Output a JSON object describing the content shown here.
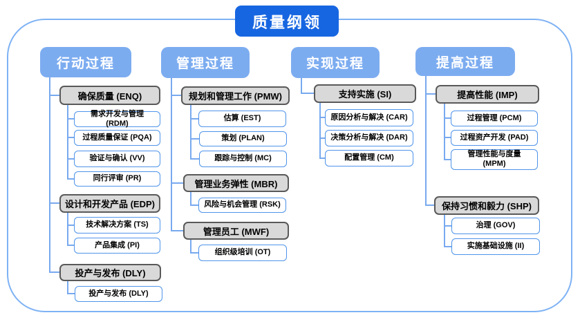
{
  "title": "质量纲领",
  "colors": {
    "title_fill": "#1766E1",
    "branch_header_fill": "#7CACF0",
    "frame_border": "#7EB2F4",
    "connector": "#78A9EF",
    "group_fill": "#D9D9D9",
    "group_border": "#595959",
    "leaf_border": "#4E93E9"
  },
  "columns": [
    {
      "header": "行动过程",
      "groups": [
        {
          "label": "确保质量 (ENQ)",
          "children": [
            "需求开发与管理 (RDM)",
            "过程质量保证 (PQA)",
            "验证与确认 (VV)",
            "同行评审 (PR)"
          ]
        },
        {
          "label": "设计和开发产品 (EDP)",
          "children": [
            "技术解决方案 (TS)",
            "产品集成 (PI)"
          ]
        },
        {
          "label": "投产与发布 (DLY)",
          "children": [
            "投产与发布 (DLY)"
          ]
        }
      ]
    },
    {
      "header": "管理过程",
      "groups": [
        {
          "label": "规划和管理工作 (PMW)",
          "children": [
            "估算 (EST)",
            "策划 (PLAN)",
            "跟踪与控制 (MC)"
          ]
        },
        {
          "label": "管理业务弹性 (MBR)",
          "children": [
            "风险与机会管理 (RSK)"
          ]
        },
        {
          "label": "管理员工 (MWF)",
          "children": [
            "组织级培训 (OT)"
          ]
        }
      ]
    },
    {
      "header": "实现过程",
      "groups": [
        {
          "label": "支持实施 (SI)",
          "children": [
            "原因分析与解决 (CAR)",
            "决策分析与解决 (DAR)",
            "配置管理 (CM)"
          ]
        }
      ]
    },
    {
      "header": "提高过程",
      "groups": [
        {
          "label": "提高性能 (IMP)",
          "children": [
            "过程管理 (PCM)",
            "过程资产开发 (PAD)",
            "管理性能与度量 (MPM)"
          ]
        },
        {
          "label": "保持习惯和毅力 (SHP)",
          "children": [
            "治理 (GOV)",
            "实施基础设施 (II)"
          ]
        }
      ]
    }
  ]
}
